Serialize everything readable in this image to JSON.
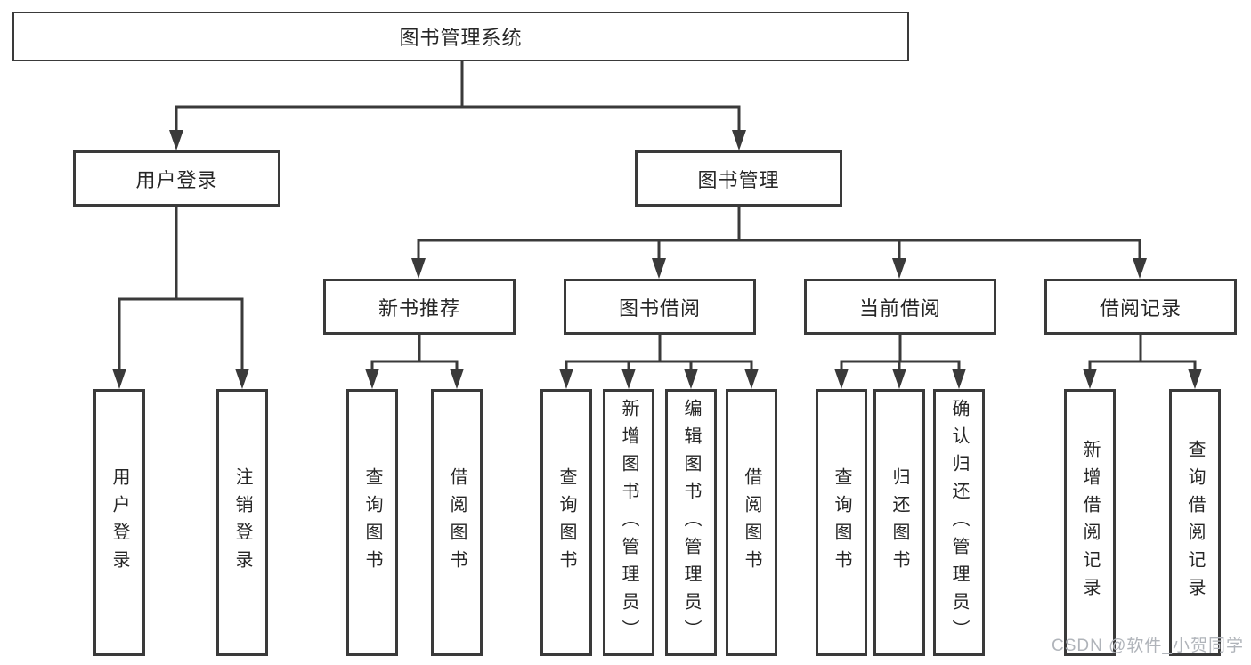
{
  "tree": {
    "label": "图书管理系统",
    "children": [
      {
        "label": "用户登录",
        "children": [
          {
            "label": "用户登录"
          },
          {
            "label": "注销登录"
          }
        ]
      },
      {
        "label": "图书管理",
        "children": [
          {
            "label": "新书推荐",
            "children": [
              {
                "label": "查询图书"
              },
              {
                "label": "借阅图书"
              }
            ]
          },
          {
            "label": "图书借阅",
            "children": [
              {
                "label": "查询图书"
              },
              {
                "label": "新增图书（管理员）"
              },
              {
                "label": "编辑图书（管理员）"
              },
              {
                "label": "借阅图书"
              }
            ]
          },
          {
            "label": "当前借阅",
            "children": [
              {
                "label": "查询图书"
              },
              {
                "label": "归还图书"
              },
              {
                "label": "确认归还（管理员）"
              }
            ]
          },
          {
            "label": "借阅记录",
            "children": [
              {
                "label": "新增借阅记录"
              },
              {
                "label": "查询借阅记录"
              }
            ]
          }
        ]
      }
    ]
  },
  "watermark": "CSDN @软件_小贺同学",
  "colors": {
    "line": "#3a3a3a",
    "text": "#262626",
    "watermark": "#b0b4ba",
    "background": "#ffffff"
  }
}
